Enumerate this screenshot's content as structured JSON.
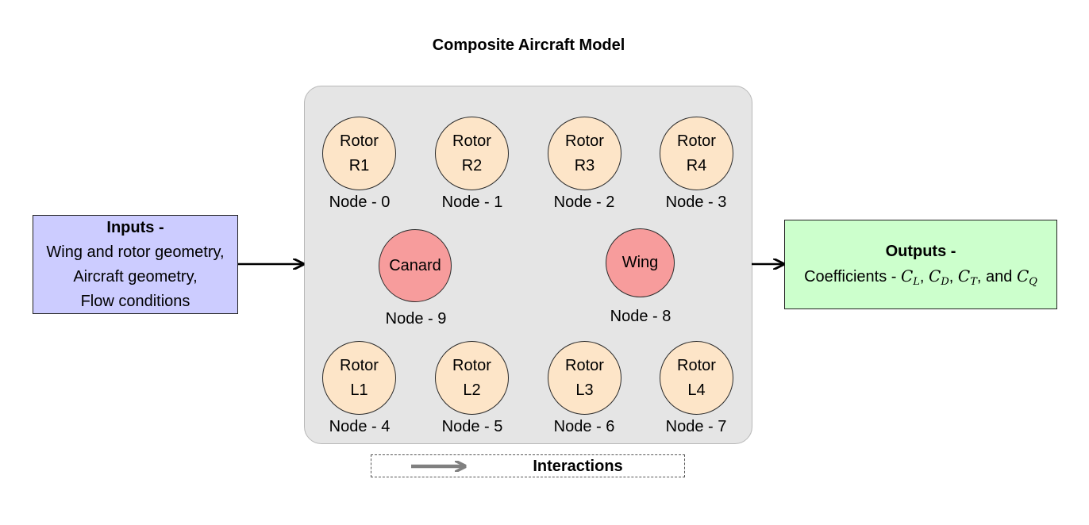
{
  "title": "Composite Aircraft Model",
  "inputs": {
    "heading": "Inputs -",
    "lines": [
      "Wing and rotor geometry,",
      "Aircraft geometry,",
      "Flow conditions"
    ]
  },
  "outputs": {
    "heading": "Outputs -",
    "prefix": "Coefficients - ",
    "coefficients": [
      {
        "symbol": "C",
        "sub": "L"
      },
      {
        "symbol": "C",
        "sub": "D"
      },
      {
        "symbol": "C",
        "sub": "T"
      },
      {
        "symbol": "C",
        "sub": "Q"
      }
    ],
    "separator": ", ",
    "conjunction": ", and "
  },
  "nodes": {
    "r1": {
      "line1": "Rotor",
      "line2": "R1",
      "label": "Node - 0"
    },
    "r2": {
      "line1": "Rotor",
      "line2": "R2",
      "label": "Node - 1"
    },
    "r3": {
      "line1": "Rotor",
      "line2": "R3",
      "label": "Node - 2"
    },
    "r4": {
      "line1": "Rotor",
      "line2": "R4",
      "label": "Node - 3"
    },
    "l1": {
      "line1": "Rotor",
      "line2": "L1",
      "label": "Node - 4"
    },
    "l2": {
      "line1": "Rotor",
      "line2": "L2",
      "label": "Node - 5"
    },
    "l3": {
      "line1": "Rotor",
      "line2": "L3",
      "label": "Node - 6"
    },
    "l4": {
      "line1": "Rotor",
      "line2": "L4",
      "label": "Node - 7"
    },
    "wing": {
      "line1": "Wing",
      "label": "Node - 8"
    },
    "canard": {
      "line1": "Canard",
      "label": "Node - 9"
    }
  },
  "legend": {
    "label": "Interactions",
    "arrow_color": "#808080"
  },
  "colors": {
    "rotor_fill": "#fde5c8",
    "surface_fill": "#f79c9c",
    "inputs_fill": "#ccccff",
    "outputs_fill": "#ccffcc",
    "model_fill": "#e5e5e5"
  }
}
